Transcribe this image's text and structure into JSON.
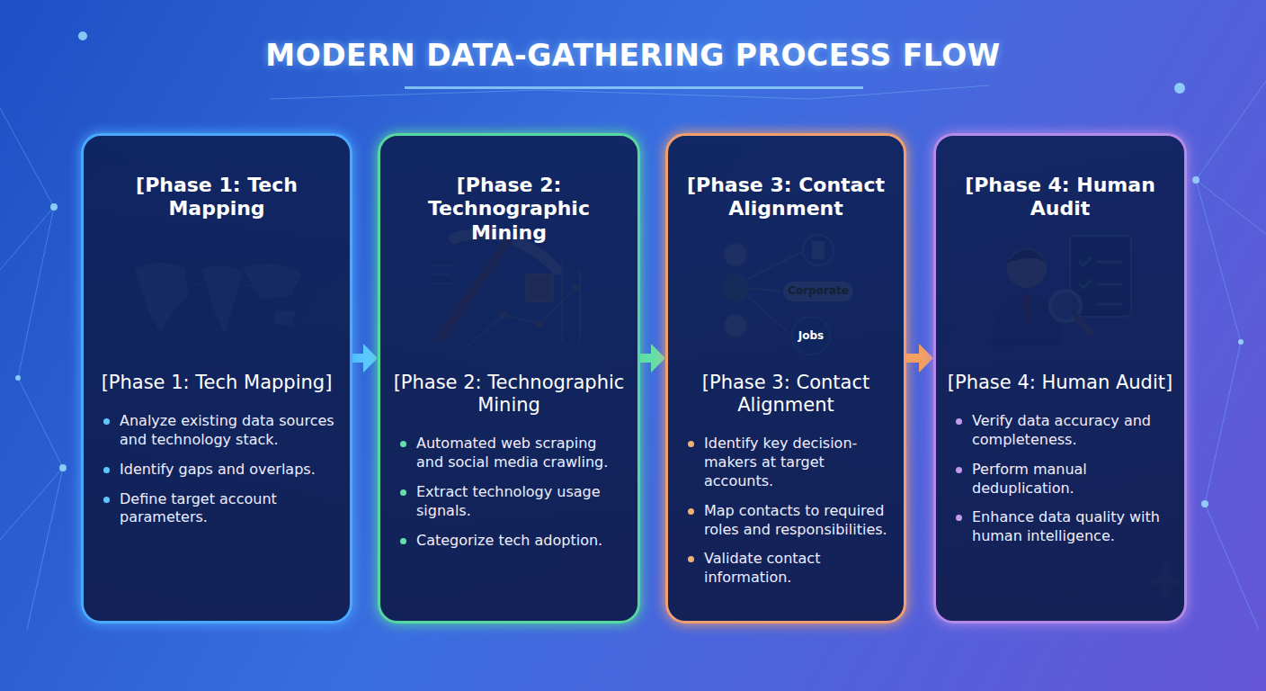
{
  "diagram": {
    "title": "MODERN DATA-GATHERING PROCESS FLOW",
    "nodes": [
      {
        "text": [
          "[Phase 1: Tech Mapping",
          "[Phase 1: Tech Mapping]",
          "Analyze existing data sources and technology stack.",
          "Identify gaps and overlaps.",
          "Define target account parameters."
        ]
      },
      {
        "text": [
          "[Phase 2: Technographic Mining",
          "[Phase 2: Technographic Mining",
          "Automated web scraping and social media crawling.",
          "Extract technology usage signals.",
          "Categorize tech adoption."
        ]
      },
      {
        "text": [
          "[Phase 3: Contact Alignment",
          "[Phase 3: Contact Alignment",
          "Identify key decision-makers at target accounts.",
          "Map contacts to required roles and responsibilities.",
          "Validate contact information."
        ]
      },
      {
        "text": [
          "[Phase 4: Human Audit",
          "[Phase 4: Human Audit]",
          "Verify data accuracy and completeness.",
          "Perform manual deduplication.",
          "Enhance data quality with human intelligence."
        ]
      }
    ],
    "edges": [
      {
        "from": 0,
        "to": 1,
        "arrow": "to"
      },
      {
        "from": 1,
        "to": 2,
        "arrow": "to"
      },
      {
        "from": 2,
        "to": 3,
        "arrow": "to"
      }
    ],
    "labels": [
      "Corporate",
      "Jobs"
    ]
  }
}
